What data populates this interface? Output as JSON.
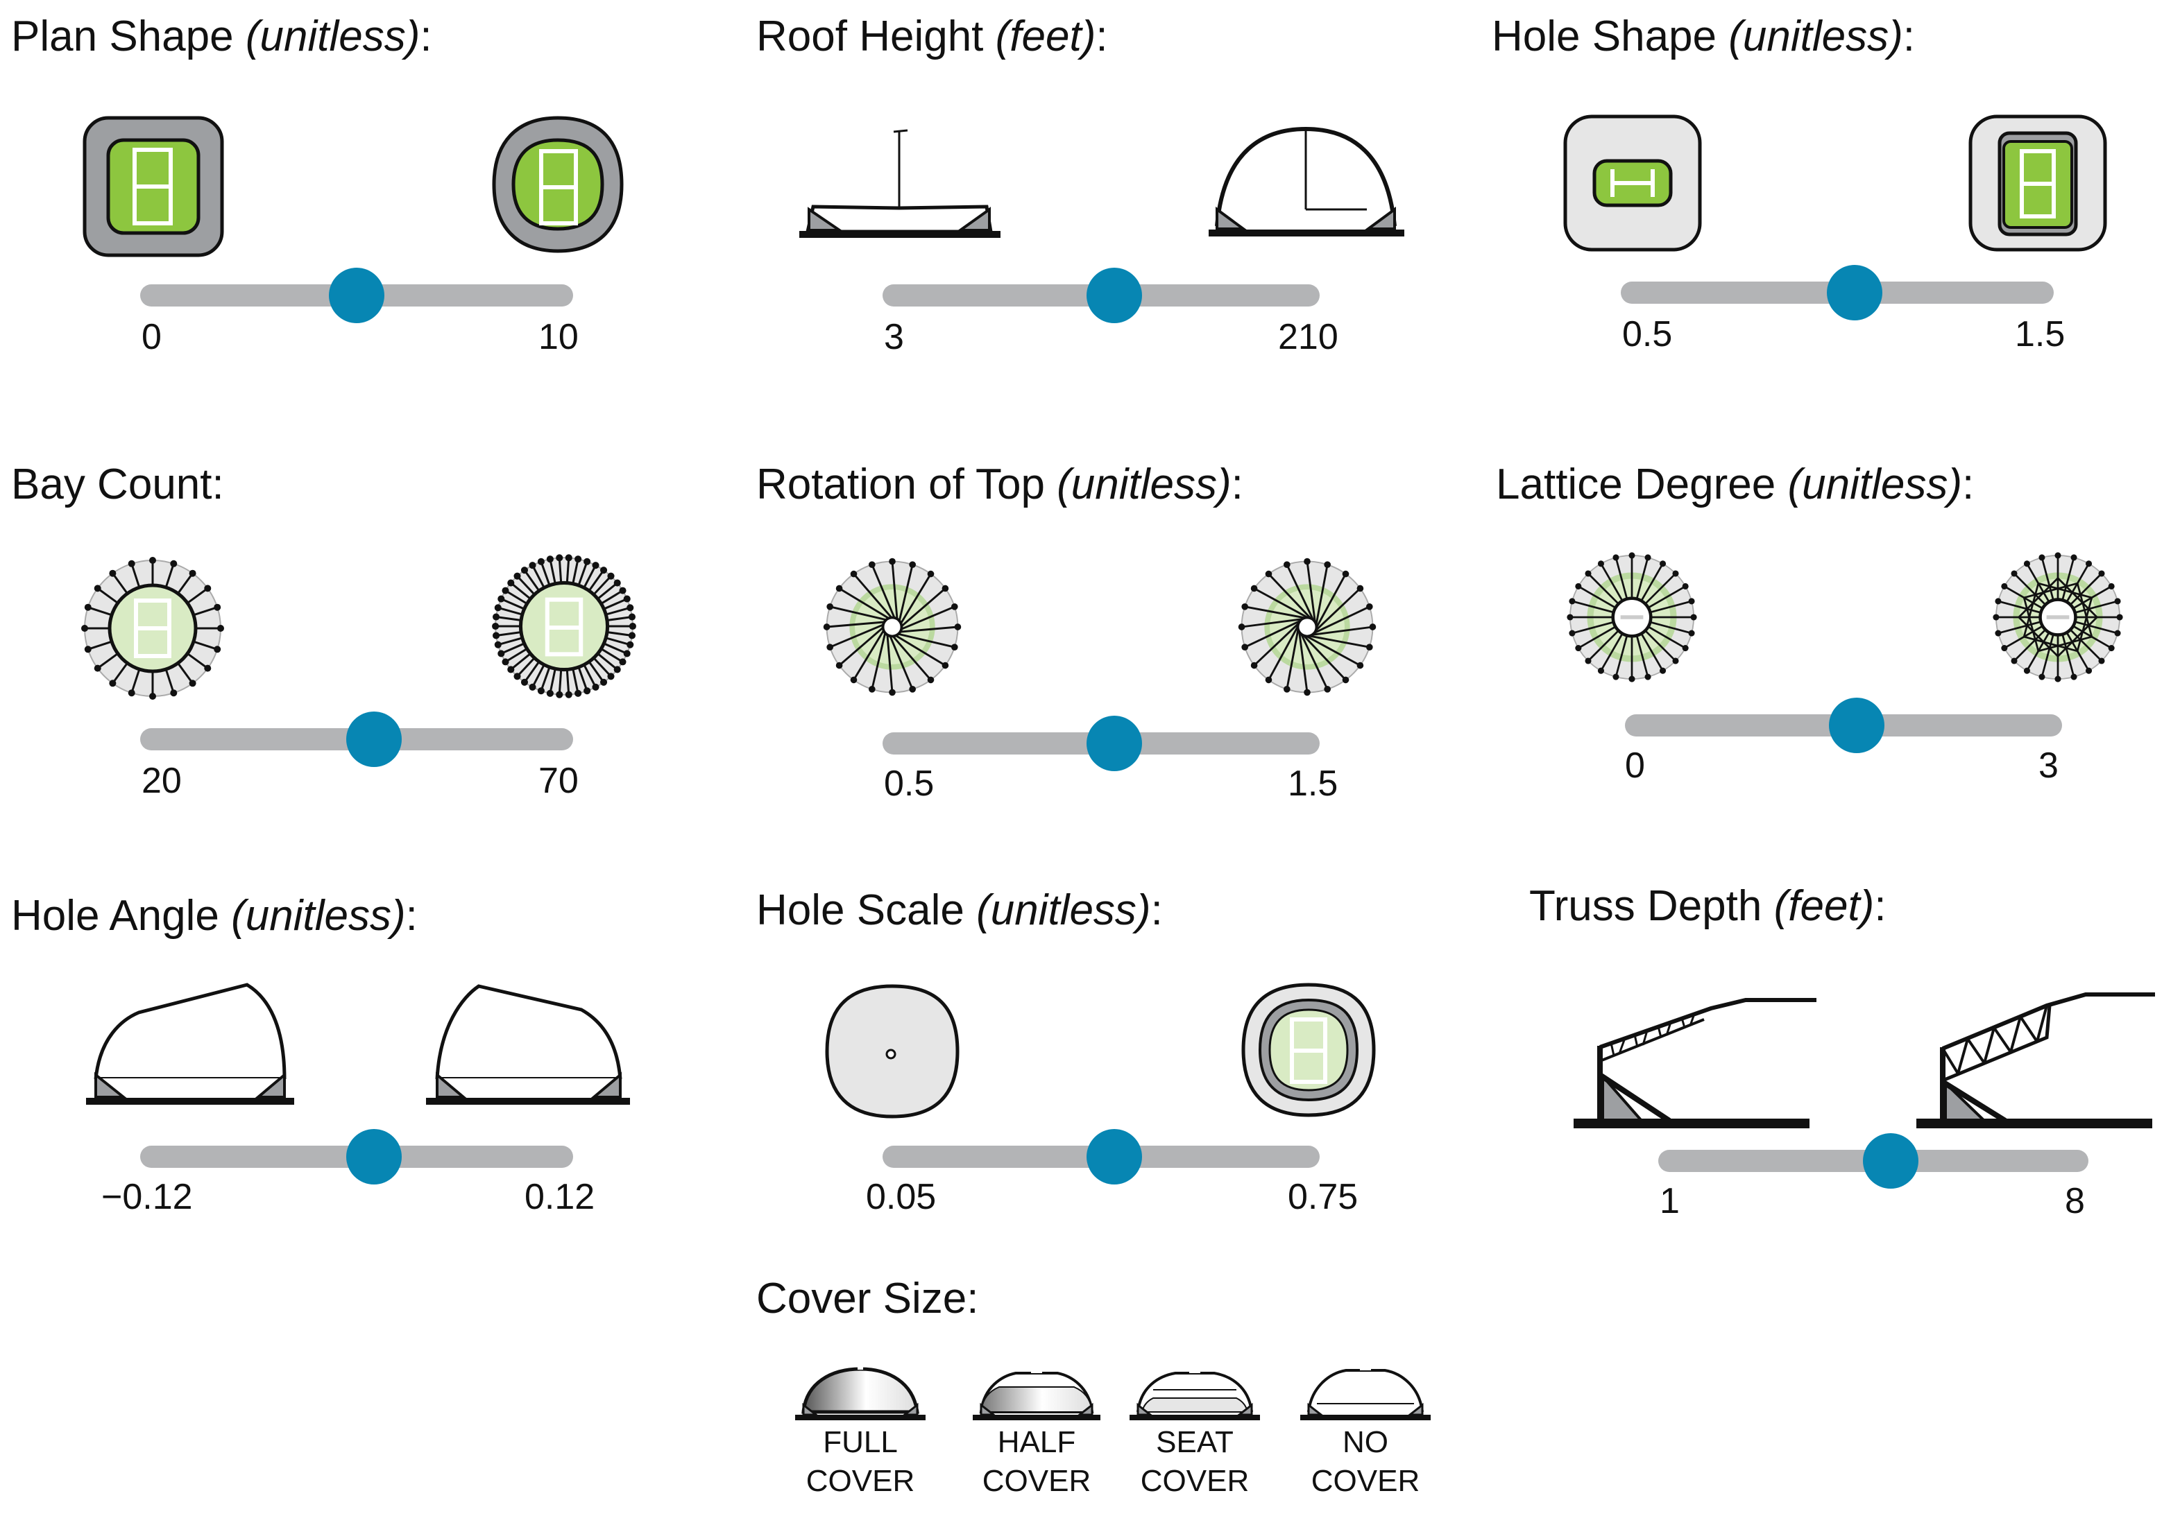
{
  "params": [
    {
      "id": "plan-shape",
      "label": "Plan Shape ",
      "unit": "(unitless)",
      "suffix": ":",
      "min": "0",
      "max": "10",
      "value_fraction": 0.5
    },
    {
      "id": "roof-height",
      "label": "Roof Height ",
      "unit": "(feet)",
      "suffix": ":",
      "min": "3",
      "max": "210",
      "value_fraction": 0.53
    },
    {
      "id": "hole-shape",
      "label": "Hole Shape ",
      "unit": "(unitless)",
      "suffix": ":",
      "min": "0.5",
      "max": "1.5",
      "value_fraction": 0.54
    },
    {
      "id": "bay-count",
      "label": "Bay Count:",
      "unit": "",
      "suffix": "",
      "min": "20",
      "max": "70",
      "value_fraction": 0.54
    },
    {
      "id": "rotation-top",
      "label": "Rotation of Top ",
      "unit": "(unitless)",
      "suffix": ":",
      "min": "0.5",
      "max": "1.5",
      "value_fraction": 0.53
    },
    {
      "id": "lattice-degree",
      "label": "Lattice Degree ",
      "unit": "(unitless)",
      "suffix": ":",
      "min": "0",
      "max": "3",
      "value_fraction": 0.53
    },
    {
      "id": "hole-angle",
      "label": "Hole Angle ",
      "unit": "(unitless)",
      "suffix": ":",
      "min": "−0.12",
      "max": "0.12",
      "value_fraction": 0.54
    },
    {
      "id": "hole-scale",
      "label": "Hole Scale ",
      "unit": "(unitless)",
      "suffix": ":",
      "min": "0.05",
      "max": "0.75",
      "value_fraction": 0.53
    },
    {
      "id": "truss-depth",
      "label": "Truss Depth ",
      "unit": "(feet)",
      "suffix": ":",
      "min": "1",
      "max": "8",
      "value_fraction": 0.54
    }
  ],
  "cover": {
    "title": "Cover Size:",
    "options": [
      {
        "line1": "FULL",
        "line2": "COVER"
      },
      {
        "line1": "HALF",
        "line2": "COVER"
      },
      {
        "line1": "SEAT",
        "line2": "COVER"
      },
      {
        "line1": "NO",
        "line2": "COVER"
      }
    ]
  },
  "colors": {
    "slider_track": "#b3b4b6",
    "slider_thumb": "#0786b3",
    "green": "#8dc63f",
    "light_green": "#d9ebc4",
    "panel_grey": "#9d9fa2",
    "light_grey": "#e6e6e6"
  }
}
